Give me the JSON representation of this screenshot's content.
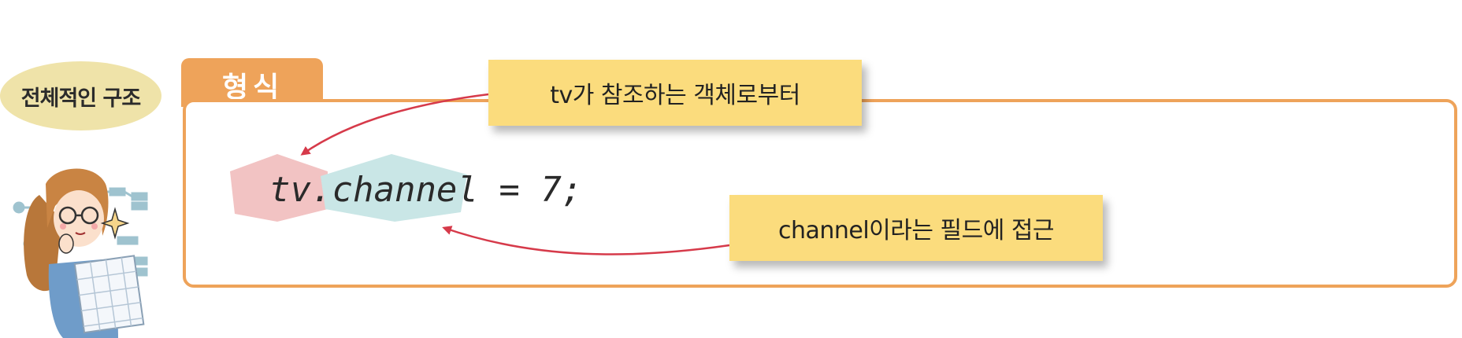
{
  "mascot": {
    "bubble_text": "전체적인 구조"
  },
  "format_tab": {
    "label": "형식"
  },
  "code": {
    "object": "tv.",
    "field": "channel",
    "rest": " = 7;"
  },
  "callouts": {
    "object_ref": "tv가 참조하는 객체로부터",
    "field_access": "channel이라는 필드에 접근"
  },
  "colors": {
    "tab": "#eea35a",
    "frame": "#eea35a",
    "callout": "#fbdc7d",
    "hex_object": "#f2c3c3",
    "hex_field": "#c9e6e6",
    "arrow": "#d63a4a",
    "bubble": "#efe3a9"
  }
}
